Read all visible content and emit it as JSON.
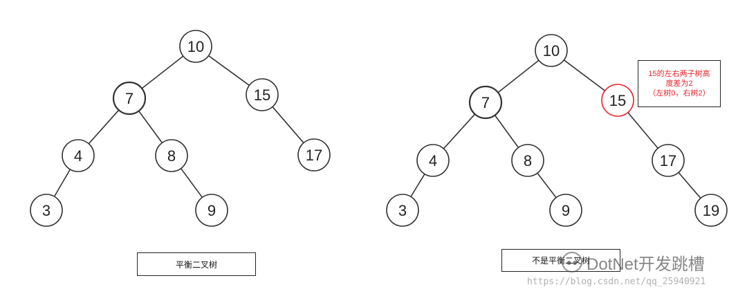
{
  "left_tree": {
    "caption": "平衡二叉树",
    "nodes": [
      {
        "id": "n10",
        "label": "10"
      },
      {
        "id": "n7",
        "label": "7"
      },
      {
        "id": "n15",
        "label": "15"
      },
      {
        "id": "n4",
        "label": "4"
      },
      {
        "id": "n8",
        "label": "8"
      },
      {
        "id": "n17",
        "label": "17"
      },
      {
        "id": "n3",
        "label": "3"
      },
      {
        "id": "n9",
        "label": "9"
      }
    ],
    "edges": [
      [
        "n10",
        "n7"
      ],
      [
        "n10",
        "n15"
      ],
      [
        "n7",
        "n4"
      ],
      [
        "n7",
        "n8"
      ],
      [
        "n15",
        "n17"
      ],
      [
        "n4",
        "n3"
      ],
      [
        "n8",
        "n9"
      ]
    ]
  },
  "right_tree": {
    "caption": "不是平衡二叉树",
    "nodes": [
      {
        "id": "r10",
        "label": "10"
      },
      {
        "id": "r7",
        "label": "7"
      },
      {
        "id": "r15",
        "label": "15",
        "highlight": true
      },
      {
        "id": "r4",
        "label": "4"
      },
      {
        "id": "r8",
        "label": "8"
      },
      {
        "id": "r17",
        "label": "17"
      },
      {
        "id": "r3",
        "label": "3"
      },
      {
        "id": "r9",
        "label": "9"
      },
      {
        "id": "r19",
        "label": "19"
      }
    ],
    "edges": [
      [
        "r10",
        "r7"
      ],
      [
        "r10",
        "r15"
      ],
      [
        "r7",
        "r4"
      ],
      [
        "r7",
        "r8"
      ],
      [
        "r15",
        "r17"
      ],
      [
        "r4",
        "r3"
      ],
      [
        "r8",
        "r9"
      ],
      [
        "r17",
        "r19"
      ]
    ],
    "note": {
      "lines": [
        "15的左右两子树高",
        "度差为2",
        "（左树0，右树2）"
      ]
    }
  },
  "watermark": {
    "brand": "DotNet开发跳槽",
    "url": "https://blog.csdn.net/qq_25940921"
  },
  "colors": {
    "stroke": "#333333",
    "highlight": "#e8242e",
    "note_text": "#e8242e"
  }
}
